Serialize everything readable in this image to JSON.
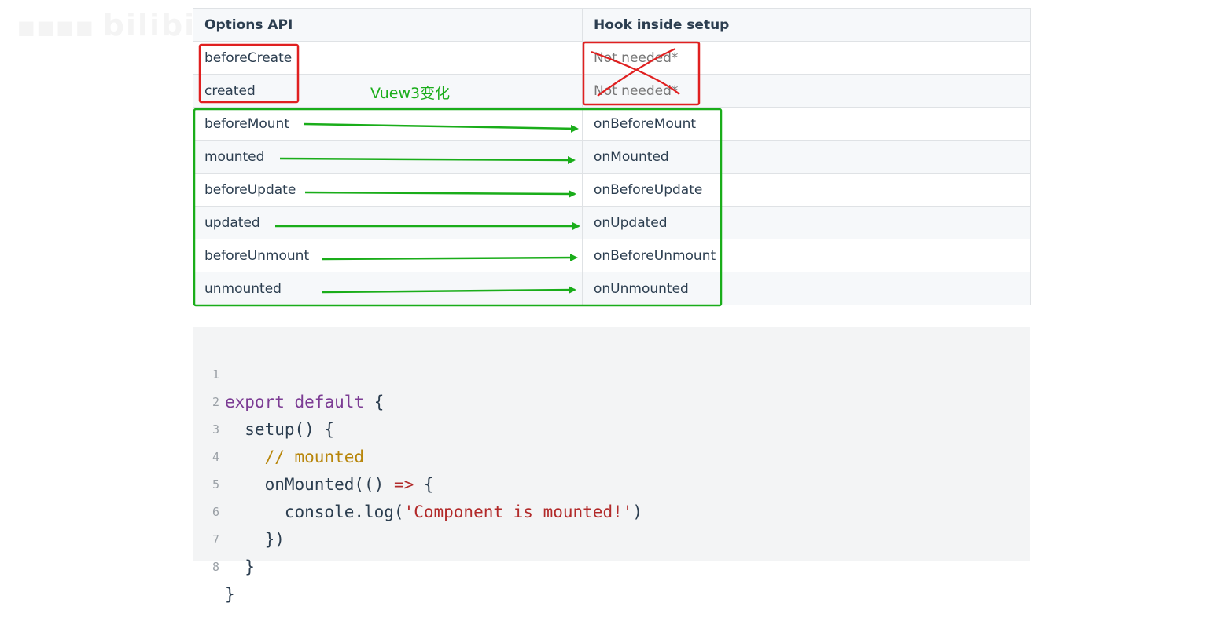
{
  "watermark": {
    "text": "bilibili"
  },
  "table": {
    "headers": [
      "Options API",
      "Hook inside setup"
    ],
    "rows": [
      {
        "option": "beforeCreate",
        "hook": "Not needed*"
      },
      {
        "option": "created",
        "hook": "Not needed*"
      },
      {
        "option": "beforeMount",
        "hook": "onBeforeMount"
      },
      {
        "option": "mounted",
        "hook": "onMounted"
      },
      {
        "option": "beforeUpdate",
        "hook": "onBeforeUpdate"
      },
      {
        "option": "updated",
        "hook": "onUpdated"
      },
      {
        "option": "beforeUnmount",
        "hook": "onBeforeUnmount"
      },
      {
        "option": "unmounted",
        "hook": "onUnmounted"
      }
    ]
  },
  "annotation": {
    "label": "Vuew3变化",
    "red_color": "#e02020",
    "green_color": "#1aad1a"
  },
  "code": {
    "line_numbers": [
      "1",
      "2",
      "3",
      "4",
      "5",
      "6",
      "7",
      "8"
    ],
    "l1": {
      "kw1": "export",
      "kw2": "default",
      "brace": "{"
    },
    "l2": {
      "text": "  setup() {"
    },
    "l3": {
      "comment": "    // mounted"
    },
    "l4": {
      "fn": "    onMounted(() ",
      "op": "=>",
      "rest": " {"
    },
    "l5": {
      "pre": "      console.log(",
      "str": "'Component is mounted!'",
      "post": ")"
    },
    "l6": {
      "text": "    })"
    },
    "l7": {
      "text": "  }"
    },
    "l8": {
      "text": "}"
    }
  }
}
